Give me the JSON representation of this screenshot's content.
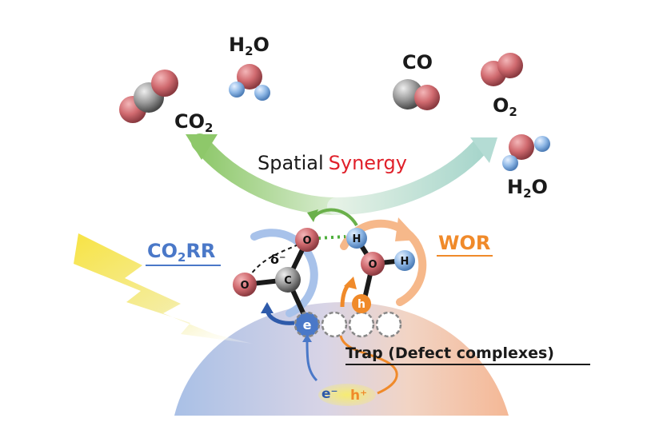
{
  "reactants": {
    "co2": {
      "base": "CO",
      "sub": "2"
    },
    "h2o": {
      "base": "H",
      "sub": "2",
      "rest": "O"
    }
  },
  "products": {
    "co": "CO",
    "o2": {
      "base": "O",
      "sub": "2"
    },
    "h2o": {
      "base": "H",
      "sub": "2",
      "rest": "O"
    }
  },
  "synergy": {
    "part1": "Spatial",
    "part2": "Synergy"
  },
  "half_reactions": {
    "co2rr": {
      "base": "CO",
      "sub": "2",
      "rest": "RR"
    },
    "wor": "WOR"
  },
  "atoms": {
    "o": "O",
    "c": "C",
    "h": "H",
    "delta": "δ⁻"
  },
  "carriers": {
    "electron_short": "e",
    "hole_short": "h",
    "electron": "e⁻",
    "hole": "h⁺"
  },
  "trap_label": "Trap (Defect complexes)",
  "colors": {
    "blue": "#4a78c8",
    "orange": "#f08a2a",
    "red": "#e0202a",
    "oxygen": "#c8646a",
    "carbon": "#8a8a8a",
    "hydrogen": "#8ab4e0"
  }
}
